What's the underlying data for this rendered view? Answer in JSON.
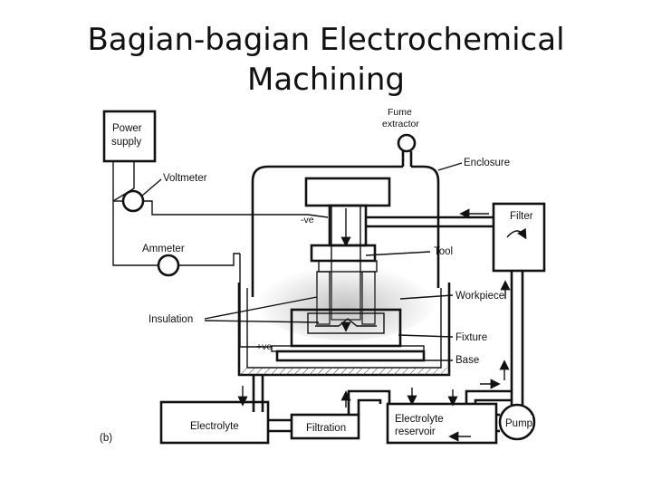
{
  "title": {
    "line1": "Bagian-bagian Electrochemical",
    "line2": "Machining"
  },
  "labels": {
    "power_supply_1": "Power",
    "power_supply_2": "supply",
    "fume_extractor_1": "Fume",
    "fume_extractor_2": "extractor",
    "voltmeter": "Voltmeter",
    "enclosure": "Enclosure",
    "neg_terminal": "-ve",
    "filter": "Filter",
    "tool": "Tool",
    "ammeter": "Ammeter",
    "workpiece": "Workpiece",
    "insulation": "Insulation",
    "fixture": "Fixture",
    "pos_terminal": "+ve",
    "base": "Base",
    "electrolyte": "Electrolyte",
    "filtration": "Filtration",
    "reservoir_1": "Electrolyte",
    "reservoir_2": "reservoir",
    "pump": "Pump",
    "figure_tag": "(b)"
  },
  "colors": {
    "line": "#111111",
    "fluid": "#9a9a9a",
    "hatch": "#444444"
  }
}
